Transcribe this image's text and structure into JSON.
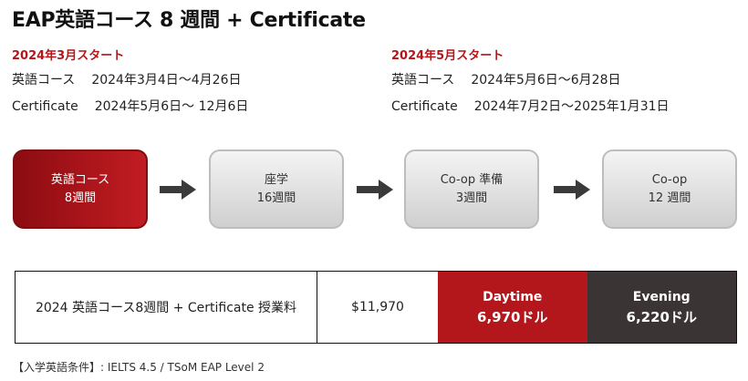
{
  "title": "EAP英語コース 8 週間 + Certificate",
  "plans": [
    {
      "start_label": "2024年3月スタート",
      "course_label": "英語コース",
      "course_dates": "2024年3月4日～4月26日",
      "cert_label": "Certificate",
      "cert_dates": "2024年5月6日～ 12月6日"
    },
    {
      "start_label": "2024年5月スタート",
      "course_label": "英語コース",
      "course_dates": "2024年5月6日～6月28日",
      "cert_label": "Certificate",
      "cert_dates": "2024年7月2日～2025年1月31日"
    }
  ],
  "steps": [
    {
      "name": "英語コース",
      "duration": "8週間"
    },
    {
      "name": "座学",
      "duration": "16週間"
    },
    {
      "name": "Co-op 準備",
      "duration": "3週間"
    },
    {
      "name": "Co-op",
      "duration": "12 週間"
    }
  ],
  "fees": {
    "label": "2024 英語コース8週間 + Certificate 授業料",
    "price": "$11,970",
    "daytime_label": "Daytime",
    "daytime_price": "6,970ドル",
    "evening_label": "Evening",
    "evening_price": "6,220ドル"
  },
  "requirement": "【入学英語条件】: IELTS 4.5 / TSoM EAP Level 2",
  "colors": {
    "accent_red": "#b3161b",
    "dark_gray": "#3b3434",
    "step_gray": "#e0e0e0"
  }
}
